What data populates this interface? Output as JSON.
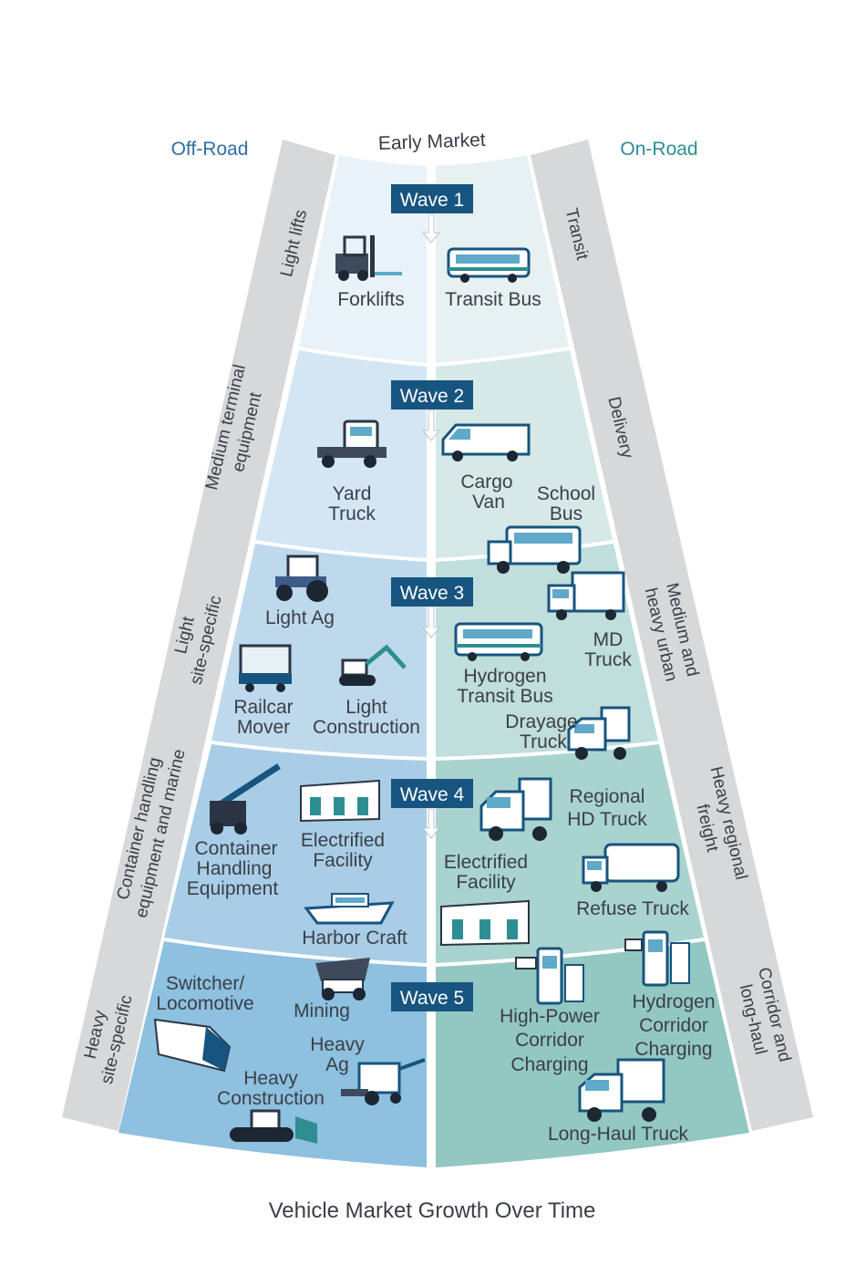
{
  "header": {
    "early_market": "Early Market",
    "off_road": "Off-Road",
    "on_road": "On-Road"
  },
  "footer": {
    "title": "Vehicle Market Growth Over Time"
  },
  "colors": {
    "band_gray": "#d7d8da",
    "wave_box": "#17547f",
    "off_road_text": "#2f6fa6",
    "on_road_text": "#2e8e92",
    "left_fills": [
      "#e9f2f8",
      "#d4e6f3",
      "#bfd9ec",
      "#a9cde6",
      "#8ec0df"
    ],
    "right_fills": [
      "#e8f1f1",
      "#d6e9e7",
      "#c0dedb",
      "#a9d3cf",
      "#93c7c1"
    ]
  },
  "waves": [
    {
      "label": "Wave 1",
      "left_items": [
        "Forklifts"
      ],
      "right_items": [
        "Transit Bus"
      ]
    },
    {
      "label": "Wave 2",
      "left_items": [
        "Yard Truck"
      ],
      "right_items": [
        "Cargo Van",
        "School Bus"
      ]
    },
    {
      "label": "Wave 3",
      "left_items": [
        "Light Ag",
        "Railcar Mover",
        "Light Construction"
      ],
      "right_items": [
        "MD Truck",
        "Hydrogen Transit Bus",
        "Drayage Truck"
      ]
    },
    {
      "label": "Wave 4",
      "left_items": [
        "Container Handling Equipment",
        "Electrified Facility",
        "Harbor Craft"
      ],
      "right_items": [
        "Regional HD Truck",
        "Electrified Facility",
        "Refuse Truck"
      ]
    },
    {
      "label": "Wave 5",
      "left_items": [
        "Switcher/ Locomotive",
        "Mining",
        "Heavy Ag",
        "Heavy Construction"
      ],
      "right_items": [
        "High-Power Corridor Charging",
        "Hydrogen Corridor Charging",
        "Long-Haul Truck"
      ]
    }
  ],
  "labels": {
    "forklifts": "Forklifts",
    "transit_bus": "Transit Bus",
    "yard_truck_1": "Yard",
    "yard_truck_2": "Truck",
    "cargo_van_1": "Cargo",
    "cargo_van_2": "Van",
    "school_bus_1": "School",
    "school_bus_2": "Bus",
    "light_ag": "Light Ag",
    "railcar_mover_1": "Railcar",
    "railcar_mover_2": "Mover",
    "light_construction_1": "Light",
    "light_construction_2": "Construction",
    "md_truck_1": "MD",
    "md_truck_2": "Truck",
    "hydrogen_transit_bus_1": "Hydrogen",
    "hydrogen_transit_bus_2": "Transit Bus",
    "drayage_truck_1": "Drayage",
    "drayage_truck_2": "Truck",
    "container_handling_1": "Container",
    "container_handling_2": "Handling",
    "container_handling_3": "Equipment",
    "electrified_facility_left_1": "Electrified",
    "electrified_facility_left_2": "Facility",
    "harbor_craft": "Harbor Craft",
    "regional_hd_truck_1": "Regional",
    "regional_hd_truck_2": "HD Truck",
    "electrified_facility_right_1": "Electrified",
    "electrified_facility_right_2": "Facility",
    "refuse_truck": "Refuse Truck",
    "switcher_1": "Switcher/",
    "switcher_2": "Locomotive",
    "mining": "Mining",
    "heavy_ag_1": "Heavy",
    "heavy_ag_2": "Ag",
    "heavy_construction_1": "Heavy",
    "heavy_construction_2": "Construction",
    "high_power_1": "High-Power",
    "high_power_2": "Corridor",
    "high_power_3": "Charging",
    "hydrogen_corridor_1": "Hydrogen",
    "hydrogen_corridor_2": "Corridor",
    "hydrogen_corridor_3": "Charging",
    "long_haul_truck": "Long-Haul Truck"
  },
  "left_bands": [
    {
      "lines": [
        "Light lifts"
      ]
    },
    {
      "lines": [
        "Medium terminal",
        "equipment"
      ]
    },
    {
      "lines": [
        "Light",
        "site-specific"
      ]
    },
    {
      "lines": [
        "Container handling",
        "equipment and marine"
      ]
    },
    {
      "lines": [
        "Heavy",
        "site-specific"
      ]
    }
  ],
  "right_bands": [
    {
      "lines": [
        "Transit"
      ]
    },
    {
      "lines": [
        "Delivery"
      ]
    },
    {
      "lines": [
        "Medium and",
        "heavy urban"
      ]
    },
    {
      "lines": [
        "Heavy regional",
        "freight"
      ]
    },
    {
      "lines": [
        "Corridor and",
        "long-haul"
      ]
    }
  ],
  "icons": [
    "forklift-icon",
    "transit-bus-icon",
    "yard-truck-icon",
    "cargo-van-icon",
    "school-bus-icon",
    "tractor-icon",
    "railcar-mover-icon",
    "excavator-icon",
    "box-truck-icon",
    "hydrogen-bus-icon",
    "semi-truck-icon",
    "reach-stacker-icon",
    "facility-icon",
    "harbor-craft-icon",
    "refuse-truck-icon",
    "locomotive-icon",
    "mining-truck-icon",
    "combine-icon",
    "bulldozer-icon",
    "charger-icon",
    "hydrogen-dispenser-icon"
  ]
}
